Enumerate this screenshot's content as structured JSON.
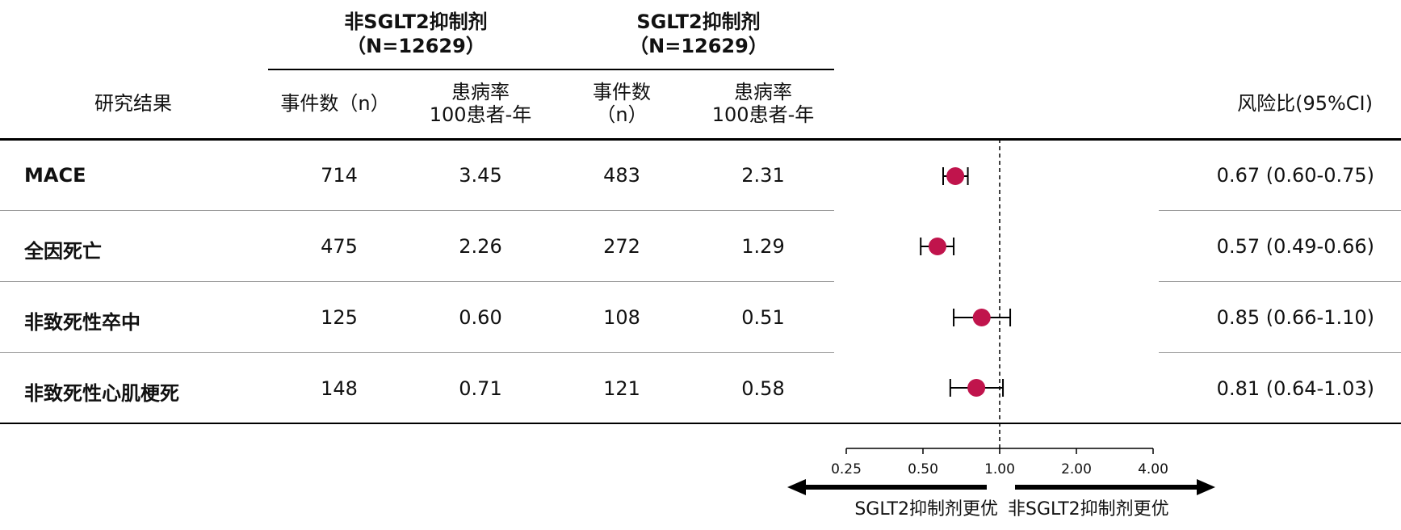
{
  "header": {
    "group_non": {
      "line1": "非SGLT2抑制剂",
      "line2": "（N=12629）"
    },
    "group_sglt2": {
      "line1": "SGLT2抑制剂",
      "line2": "（N=12629）"
    },
    "col_outcome": "研究结果",
    "col_events_non": "事件数（n）",
    "col_rate_non_line1": "患病率",
    "col_rate_non_line2": "100患者-年",
    "col_events_sglt2_line1": "事件数",
    "col_events_sglt2_line2": "（n）",
    "col_rate_sglt2_line1": "患病率",
    "col_rate_sglt2_line2": "100患者-年",
    "col_hr": "风险比(95%CI)"
  },
  "rows": [
    {
      "outcome": "MACE",
      "events_non": "714",
      "rate_non": "3.45",
      "events_sglt2": "483",
      "rate_sglt2": "2.31",
      "hr_text": "0.67 (0.60-0.75)"
    },
    {
      "outcome": "全因死亡",
      "events_non": "475",
      "rate_non": "2.26",
      "events_sglt2": "272",
      "rate_sglt2": "1.29",
      "hr_text": "0.57 (0.49-0.66)"
    },
    {
      "outcome": "非致死性卒中",
      "events_non": "125",
      "rate_non": "0.60",
      "events_sglt2": "108",
      "rate_sglt2": "0.51",
      "hr_text": "0.85 (0.66-1.10)"
    },
    {
      "outcome": "非致死性心肌梗死",
      "events_non": "148",
      "rate_non": "0.71",
      "events_sglt2": "121",
      "rate_sglt2": "0.58",
      "hr_text": "0.81 (0.64-1.03)"
    }
  ],
  "chart_data": {
    "type": "scatter",
    "x_scale": "log2",
    "xlim": [
      0.25,
      4.0
    ],
    "reference_line": 1.0,
    "x_ticks": [
      "0.25",
      "0.50",
      "1.00",
      "2.00",
      "4.00"
    ],
    "x_tick_values": [
      0.25,
      0.5,
      1.0,
      2.0,
      4.0
    ],
    "categories": [
      "MACE",
      "全因死亡",
      "非致死性卒中",
      "非致死性心肌梗死"
    ],
    "estimates": [
      0.67,
      0.57,
      0.85,
      0.81
    ],
    "ci_lower": [
      0.6,
      0.49,
      0.66,
      0.64
    ],
    "ci_upper": [
      0.75,
      0.66,
      1.1,
      1.03
    ],
    "favors_left": "SGLT2抑制剂更优",
    "favors_right": "非SGLT2抑制剂更优",
    "marker_color": "#c0144c"
  }
}
